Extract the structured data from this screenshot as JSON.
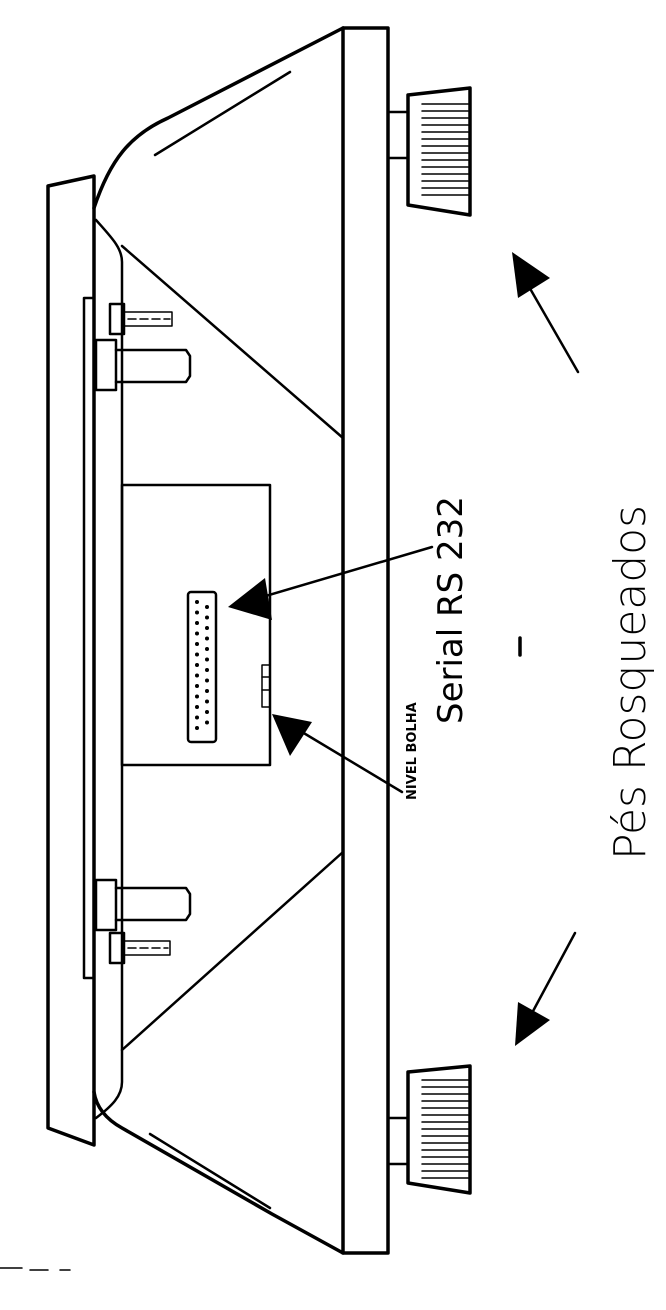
{
  "labels": {
    "serial": "Serial RS 232",
    "nivel": "NIVEL BOLHA",
    "pes": "Pés Rosqueados"
  }
}
